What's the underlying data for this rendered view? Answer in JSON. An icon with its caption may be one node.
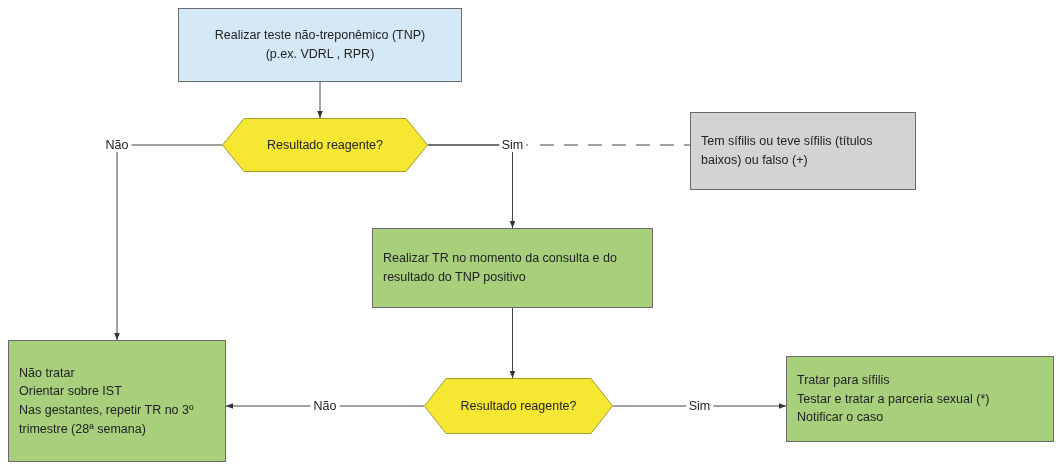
{
  "diagram": {
    "nodes": [
      {
        "text": [
          "Realizar teste não-treponêmico (TNP) (p.ex. VDRL , RPR)"
        ]
      },
      {
        "text": [
          "Resultado reagente?"
        ]
      },
      {
        "text": [
          "Tem sífilis ou teve sífilis (títulos baixos) ou falso (+)"
        ]
      },
      {
        "text": [
          "Realizar TR no momento da consulta e do resultado do TNP positivo"
        ]
      },
      {
        "text": [
          "Resultado reagente?"
        ]
      },
      {
        "text": [
          "Não tratar",
          "Orientar sobre IST",
          "Nas gestantes, repetir TR no 3º trimestre (28ª semana)"
        ]
      },
      {
        "text": [
          "Tratar para sífilis",
          "Testar e tratar a parceria sexual (*)",
          "Notificar o caso"
        ]
      }
    ],
    "edges": [
      {
        "from": 0,
        "to": 1,
        "arrow": "to"
      },
      {
        "from": 1,
        "to": 2,
        "arrow": "none",
        "style": "dashed"
      },
      {
        "from": 1,
        "to": 5,
        "arrow": "to",
        "label": "Não"
      },
      {
        "from": 1,
        "to": 3,
        "arrow": "to",
        "label": "Sim"
      },
      {
        "from": 3,
        "to": 4,
        "arrow": "to"
      },
      {
        "from": 4,
        "to": 5,
        "arrow": "to",
        "label": "Não"
      },
      {
        "from": 4,
        "to": 6,
        "arrow": "to",
        "label": "Sim"
      }
    ]
  }
}
